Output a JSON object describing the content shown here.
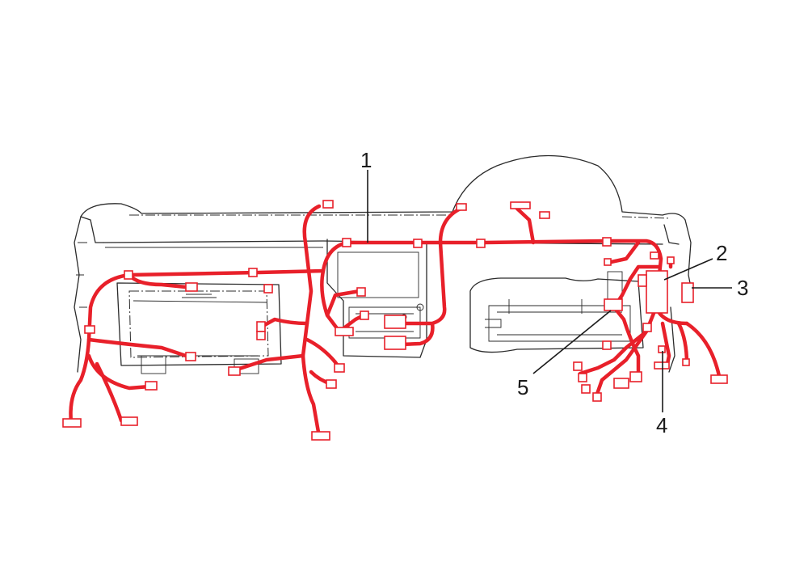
{
  "colors": {
    "harness": "#e8202a",
    "outline": "#2b2b2b",
    "callout": "#1a1a1a"
  },
  "callouts": [
    {
      "id": "1",
      "label": "1"
    },
    {
      "id": "2",
      "label": "2"
    },
    {
      "id": "3",
      "label": "3"
    },
    {
      "id": "4",
      "label": "4"
    },
    {
      "id": "5",
      "label": "5"
    }
  ]
}
